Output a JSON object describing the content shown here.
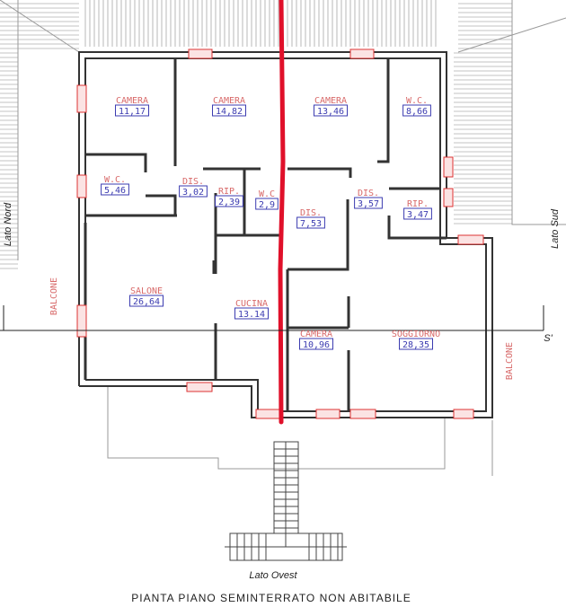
{
  "rooms": [
    {
      "name": "CAMERA",
      "area": "11,17"
    },
    {
      "name": "CAMERA",
      "area": "14,82"
    },
    {
      "name": "CAMERA",
      "area": "13,46"
    },
    {
      "name": "W.C.",
      "area": "8,66"
    },
    {
      "name": "W.C.",
      "area": "5,46"
    },
    {
      "name": "DIS.",
      "area": "3,02"
    },
    {
      "name": "RIP.",
      "area": "2,39"
    },
    {
      "name": "W.C",
      "area": "2,9"
    },
    {
      "name": "DIS.",
      "area": "7,53"
    },
    {
      "name": "DIS.",
      "area": "3,57"
    },
    {
      "name": "RIP.",
      "area": "3,47"
    },
    {
      "name": "SALONE",
      "area": "26,64"
    },
    {
      "name": "CUCINA",
      "area": "13.14"
    },
    {
      "name": "CAMERA",
      "area": "10,96"
    },
    {
      "name": "SOGGIORNO",
      "area": "28,35"
    }
  ],
  "balcony_left": "BALCONE",
  "balcony_right": "BALCONE",
  "sides": {
    "north": "Lato Nord",
    "south": "Lato Sud",
    "west": "Lato Ovest"
  },
  "section_label": "S'",
  "plan_title": "PIANTA  PIANO SEMINTERRATO NON ABITABILE",
  "colors": {
    "room_label": "#d86a6a",
    "area_label": "#3b3bb0",
    "red_line": "#e0102a",
    "wall": "#333333"
  }
}
